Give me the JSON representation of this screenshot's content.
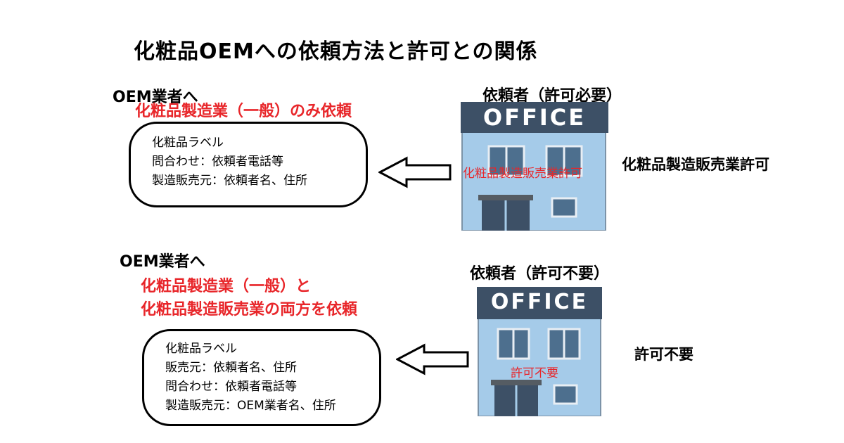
{
  "title": "化粧品OEMへの依頼方法と許可との関係",
  "case1": {
    "oem_label": "OEM業者へ",
    "request": "化粧品製造業（一般）のみ依頼",
    "bubble_lines": [
      "化粧品ラベル",
      "問合わせ：依頼者電話等",
      "製造販売元：依頼者名、住所"
    ],
    "requester_label": "依頼者（許可必要）",
    "office_sign": "OFFICE",
    "office_overlay": "化粧品製造販売業許可",
    "side_note": "化粧品製造販売業許可"
  },
  "case2": {
    "oem_label": "OEM業者へ",
    "request_line1": "化粧品製造業（一般）と",
    "request_line2": "化粧品製造販売業の両方を依頼",
    "bubble_lines": [
      "化粧品ラベル",
      "販売元：依頼者名、住所",
      "問合わせ：依頼者電話等",
      "製造販売元：OEM業者名、住所"
    ],
    "requester_label": "依頼者（許可不要）",
    "office_sign": "OFFICE",
    "office_overlay": "許可不要",
    "side_note": "許可不要"
  },
  "colors": {
    "office_sign_bg": "#3d5066",
    "office_body": "#a5cbe9",
    "office_trim": "#7c93a8",
    "accent_red": "#e8262a"
  }
}
